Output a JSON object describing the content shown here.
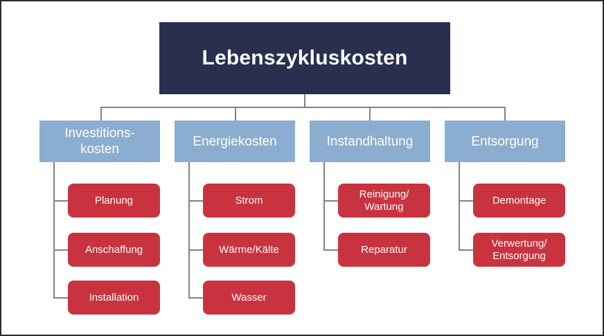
{
  "diagram": {
    "type": "hierarchy-tree",
    "language": "de",
    "root": {
      "label": "Lebenszykluskosten",
      "color": "#29304f",
      "text_color": "#ffffff"
    },
    "category_color": "#8badd0",
    "leaf_color": "#c9333f",
    "connector_color": "#808285",
    "border_color": "#2c2c2c",
    "background": "#ffffff",
    "categories": [
      {
        "label_line1": "Investitions-",
        "label_line2": "kosten",
        "children": [
          {
            "label_line1": "Planung",
            "label_line2": ""
          },
          {
            "label_line1": "Anschaffung",
            "label_line2": ""
          },
          {
            "label_line1": "Installation",
            "label_line2": ""
          }
        ]
      },
      {
        "label_line1": "Energiekosten",
        "label_line2": "",
        "children": [
          {
            "label_line1": "Strom",
            "label_line2": ""
          },
          {
            "label_line1": "Wärme/Kälte",
            "label_line2": ""
          },
          {
            "label_line1": "Wasser",
            "label_line2": ""
          }
        ]
      },
      {
        "label_line1": "Instandhaltung",
        "label_line2": "",
        "children": [
          {
            "label_line1": "Reinigung/",
            "label_line2": "Wartung"
          },
          {
            "label_line1": "Reparatur",
            "label_line2": ""
          }
        ]
      },
      {
        "label_line1": "Entsorgung",
        "label_line2": "",
        "children": [
          {
            "label_line1": "Demontage",
            "label_line2": ""
          },
          {
            "label_line1": "Verwertung/",
            "label_line2": "Entsorgung"
          }
        ]
      }
    ]
  }
}
